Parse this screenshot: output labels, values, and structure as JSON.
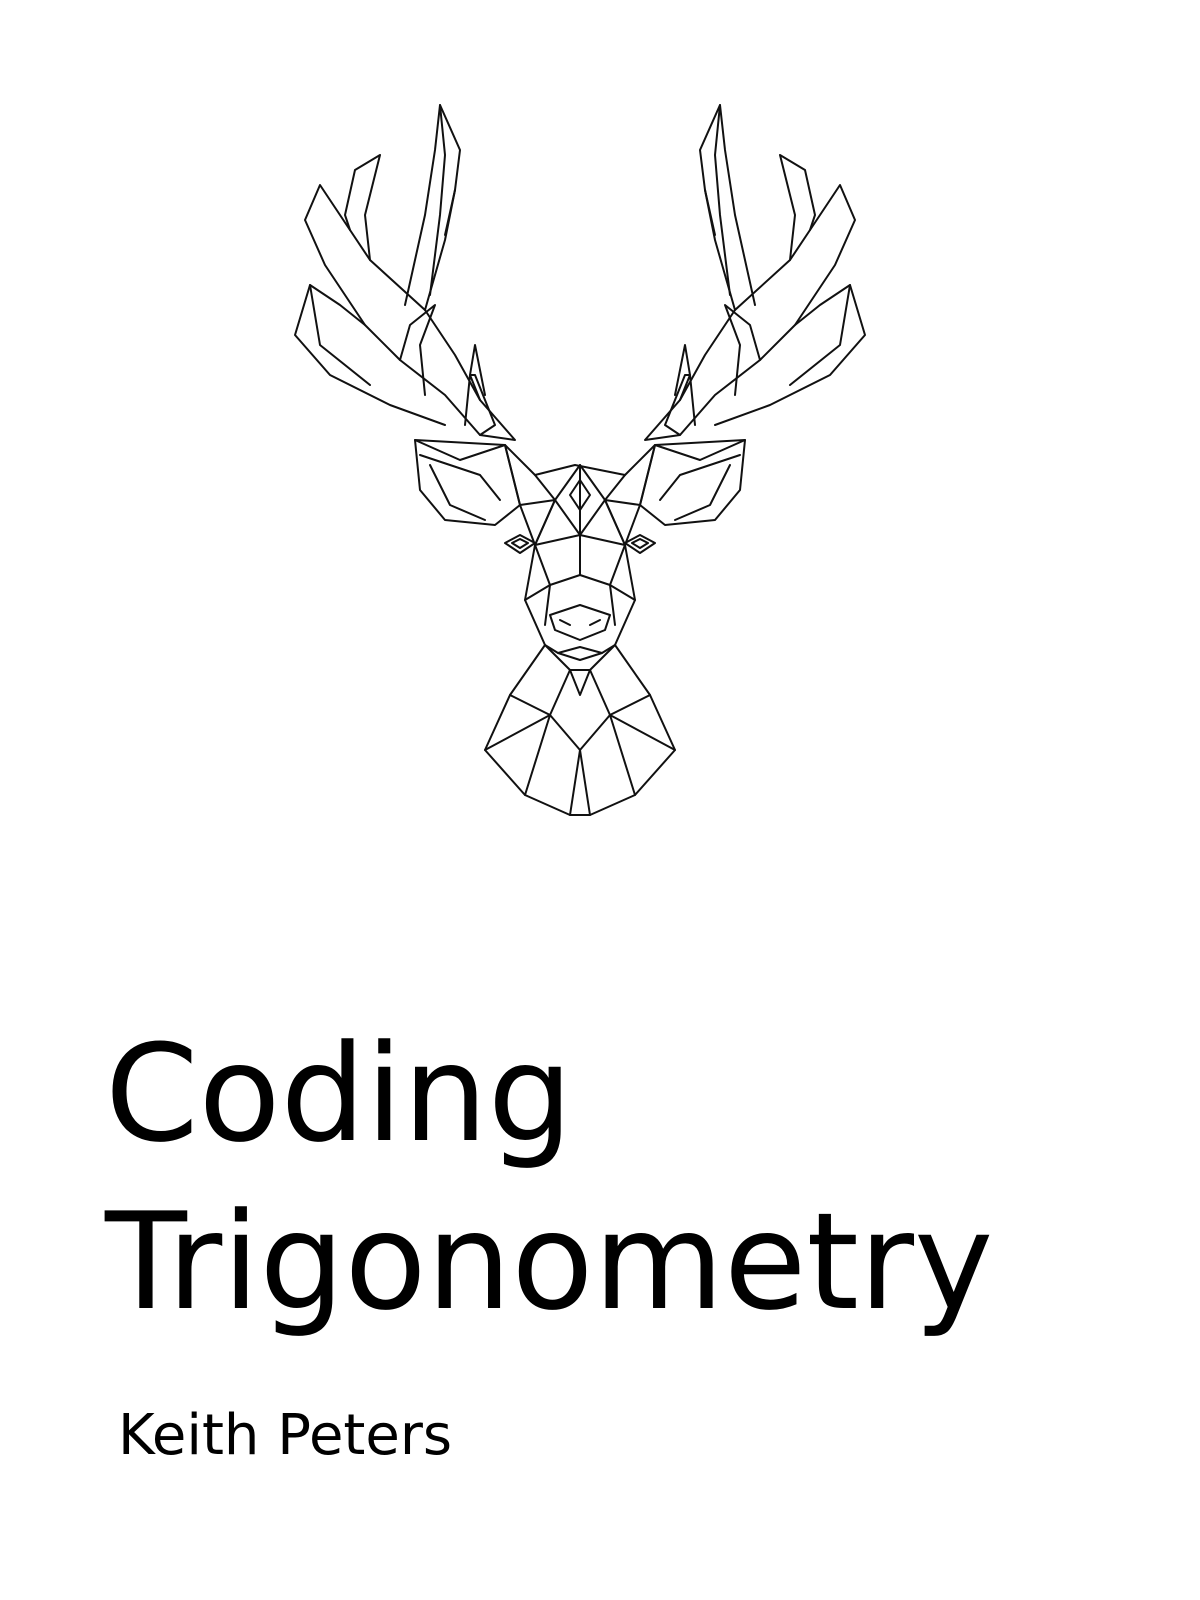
{
  "cover": {
    "title_line_1": "Coding",
    "title_line_2": "Trigonometry",
    "author": "Keith Peters",
    "illustration": "geometric-deer-head-icon",
    "colors": {
      "background": "#ffffff",
      "ink": "#000000"
    }
  }
}
